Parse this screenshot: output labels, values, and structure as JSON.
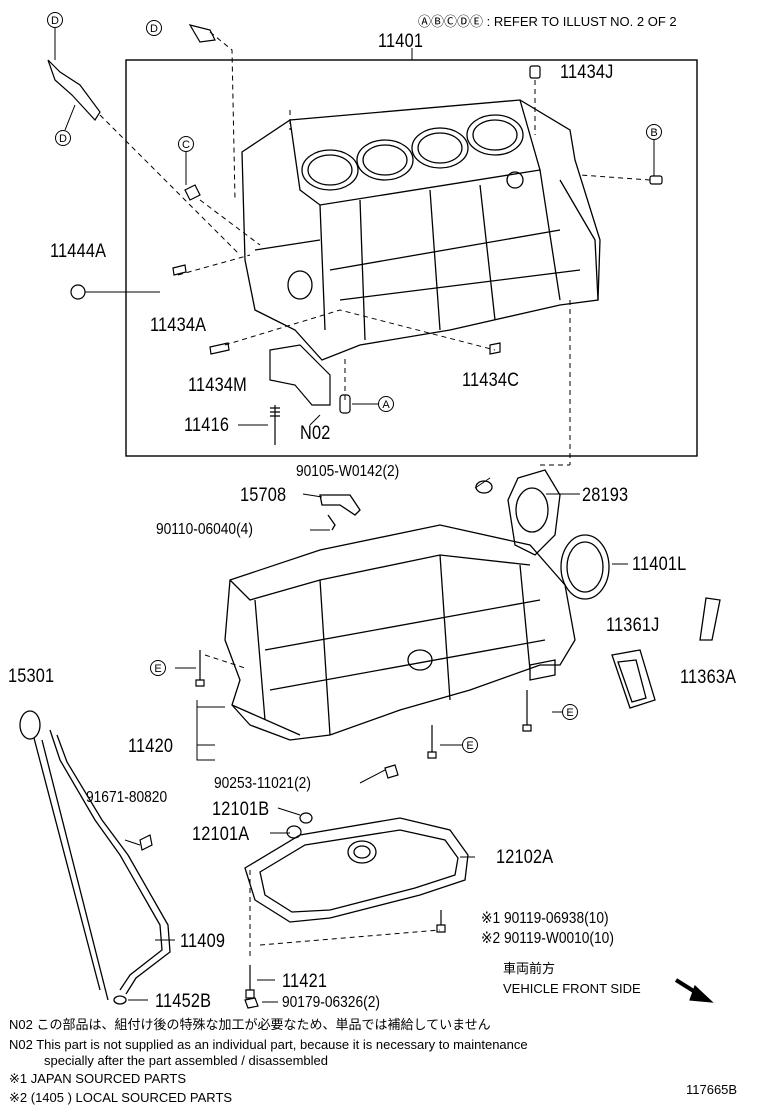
{
  "header": {
    "refer_note": "ⒶⒷⒸⒹⒺ : REFER TO ILLUST NO. 2 OF 2"
  },
  "parts": {
    "p11401": "11401",
    "p11434J": "11434J",
    "p11444A": "11444A",
    "p11434A": "11434A",
    "p11434M": "11434M",
    "p11434C": "11434C",
    "p11416": "11416",
    "pN02": "N02",
    "p90105": "90105-W0142(2)",
    "p15708": "15708",
    "p28193": "28193",
    "p90110": "90110-06040(4)",
    "p11401L": "11401L",
    "p11361J": "11361J",
    "p11363A": "11363A",
    "p15301": "15301",
    "p11420": "11420",
    "p90253": "90253-11021(2)",
    "p91671": "91671-80820",
    "p12101B": "12101B",
    "p12101A": "12101A",
    "p12102A": "12102A",
    "p11409": "11409",
    "p90119a": "※1 90119-06938(10)",
    "p90119b": "※2 90119-W0010(10)",
    "p11421": "11421",
    "p11452B": "11452B",
    "p90179": "90179-06326(2)"
  },
  "refs": [
    "D",
    "D",
    "D",
    "C",
    "B",
    "A",
    "E",
    "E",
    "E"
  ],
  "front": {
    "jp": "車両前方",
    "en": "VEHICLE FRONT SIDE"
  },
  "notes": {
    "n1": "N02  この部品は、組付け後の特殊な加工が必要なため、単品では補給していません",
    "n2a": "N02  This part is not supplied as an individual part, because it is necessary to maintenance",
    "n2b": "specially after the part assembled / disassembled",
    "n3": "※1 JAPAN SOURCED PARTS",
    "n4": "※2 (1405        ) LOCAL SOURCED PARTS"
  },
  "figure_id": "117665B"
}
